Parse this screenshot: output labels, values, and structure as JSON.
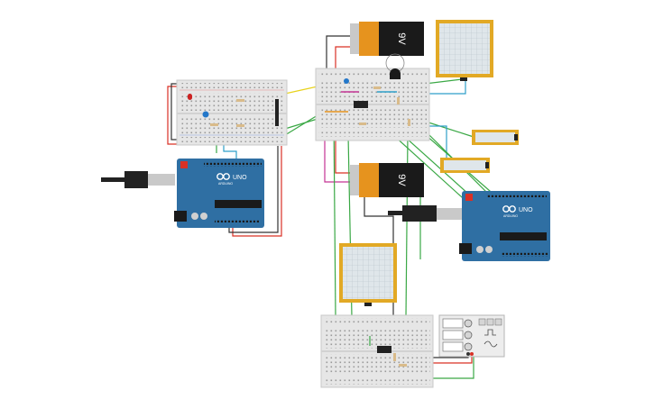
{
  "batteries": [
    {
      "id": "battery-top",
      "label": "9V"
    },
    {
      "id": "battery-middle",
      "label": "9V"
    }
  ],
  "arduinos": [
    {
      "id": "arduino-left",
      "model": "UNO",
      "brand": "ARDUINO"
    },
    {
      "id": "arduino-right",
      "model": "UNO",
      "brand": "ARDUINO"
    }
  ],
  "chips": [
    {
      "id": "chip-top"
    },
    {
      "id": "chip-bottom"
    }
  ],
  "colors": {
    "wire_red": "#d93025",
    "wire_black": "#333333",
    "wire_green": "#3aa845",
    "wire_blue": "#2e9fc9",
    "wire_orange": "#e6931e",
    "wire_yellow": "#e8d21c",
    "wire_magenta": "#c43394",
    "arduino_blue": "#2f6fa3",
    "pad_gold": "#e2a925",
    "breadboard": "#e6e6e6"
  }
}
